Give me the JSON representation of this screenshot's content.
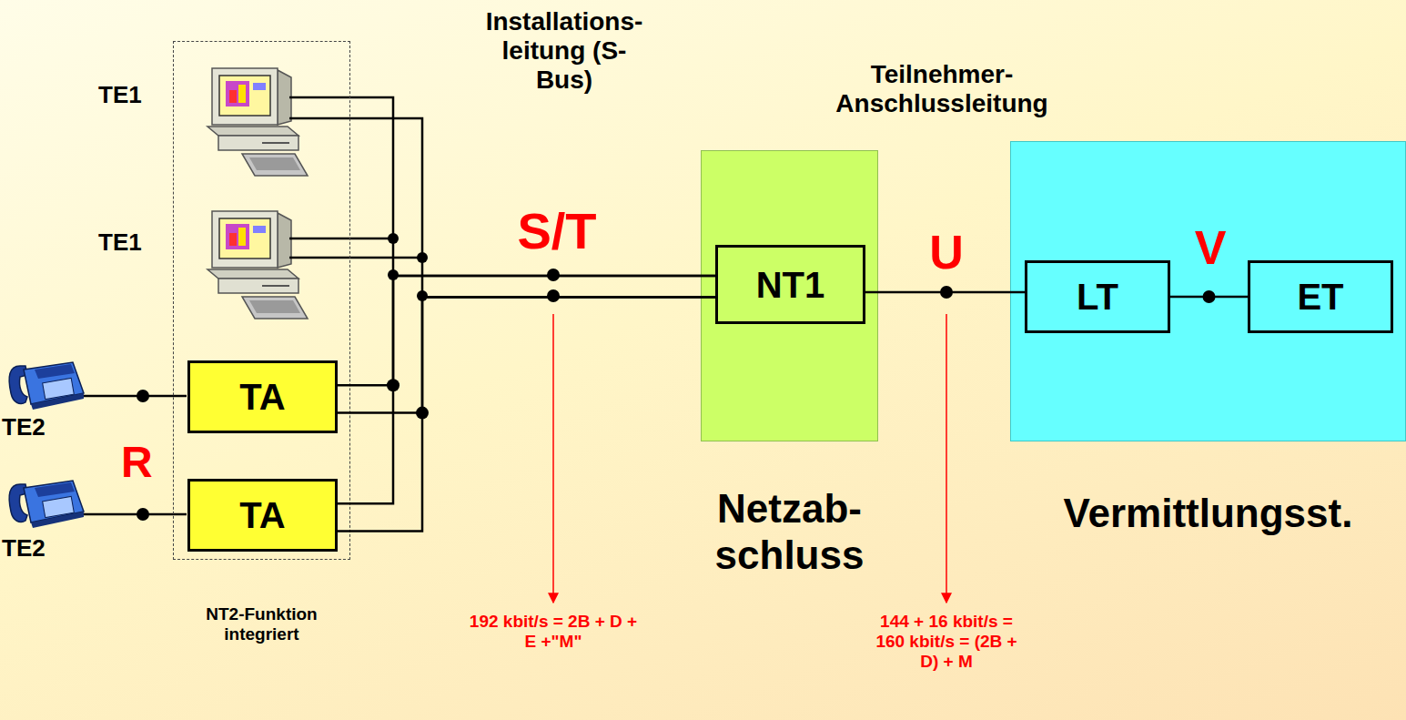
{
  "diagram": {
    "nodes": [
      {
        "text": [
          "NT2-Funktion integriert"
        ]
      },
      {
        "text": [
          "TA"
        ],
        "in": 0
      },
      {
        "text": [
          "TA"
        ],
        "in": 0
      },
      {
        "text": [
          "Netzab- schluss"
        ]
      },
      {
        "text": [
          "NT1"
        ],
        "in": 3
      },
      {
        "text": [
          "Vermittlungsst."
        ]
      },
      {
        "text": [
          "LT"
        ],
        "in": 5
      },
      {
        "text": [
          "ET"
        ],
        "in": 5
      }
    ],
    "edges": [
      {
        "from": 1,
        "to": 4,
        "arrow": "none"
      },
      {
        "from": 2,
        "to": 4,
        "arrow": "none"
      },
      {
        "from": 4,
        "to": 6,
        "arrow": "none"
      },
      {
        "from": 6,
        "to": 7,
        "arrow": "none"
      }
    ],
    "labels": [
      "TE1",
      "TE1",
      "TE2",
      "TE2",
      "R",
      "Installations- leitung (S-Bus)",
      "Teilnehmer- Anschlussleitung",
      "S/T",
      "U",
      "V",
      "192 kbit/s = 2B + D + E +\"M\"",
      "144 + 16 kbit/s = 160 kbit/s = (2B + D) + M"
    ]
  }
}
